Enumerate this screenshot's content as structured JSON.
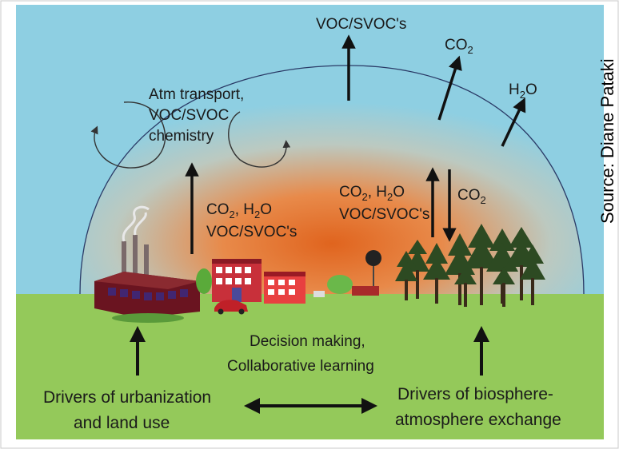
{
  "labels": {
    "voc_top": "VOC/SVOC's",
    "co2_top": "CO",
    "co2_top_sub": "2",
    "h2o_right": "H",
    "h2o_right_sub": "2",
    "h2o_right_tail": "O",
    "atm_line1": "Atm transport,",
    "atm_line2": "VOC/SVOC",
    "atm_line3": "chemistry",
    "left_flux_line1": "CO",
    "left_flux_sub1": "2",
    "left_flux_mid": ", H",
    "left_flux_sub2": "2",
    "left_flux_tail": "O",
    "left_flux_line2": "VOC/SVOC's",
    "right_flux_line1": "CO",
    "right_flux_sub1": "2",
    "right_flux_mid": ", H",
    "right_flux_sub2": "2",
    "right_flux_tail": "O",
    "right_flux_line2": "VOC/SVOC's",
    "right_down_co2": "CO",
    "right_down_co2_sub": "2",
    "decision_line1": "Decision making,",
    "decision_line2": "Collaborative learning",
    "urban_line1": "Drivers of urbanization",
    "urban_line2": "and land use",
    "bio_line1": "Drivers of biosphere-",
    "bio_line2": "atmosphere exchange",
    "source": "Source: Diane Pataki"
  },
  "colors": {
    "sky": "#8ecfe2",
    "ground": "#94c95a",
    "glow": "#e0641e",
    "factory": "#6a1420",
    "trees": "#2d4a22",
    "building": "#c8303a"
  }
}
